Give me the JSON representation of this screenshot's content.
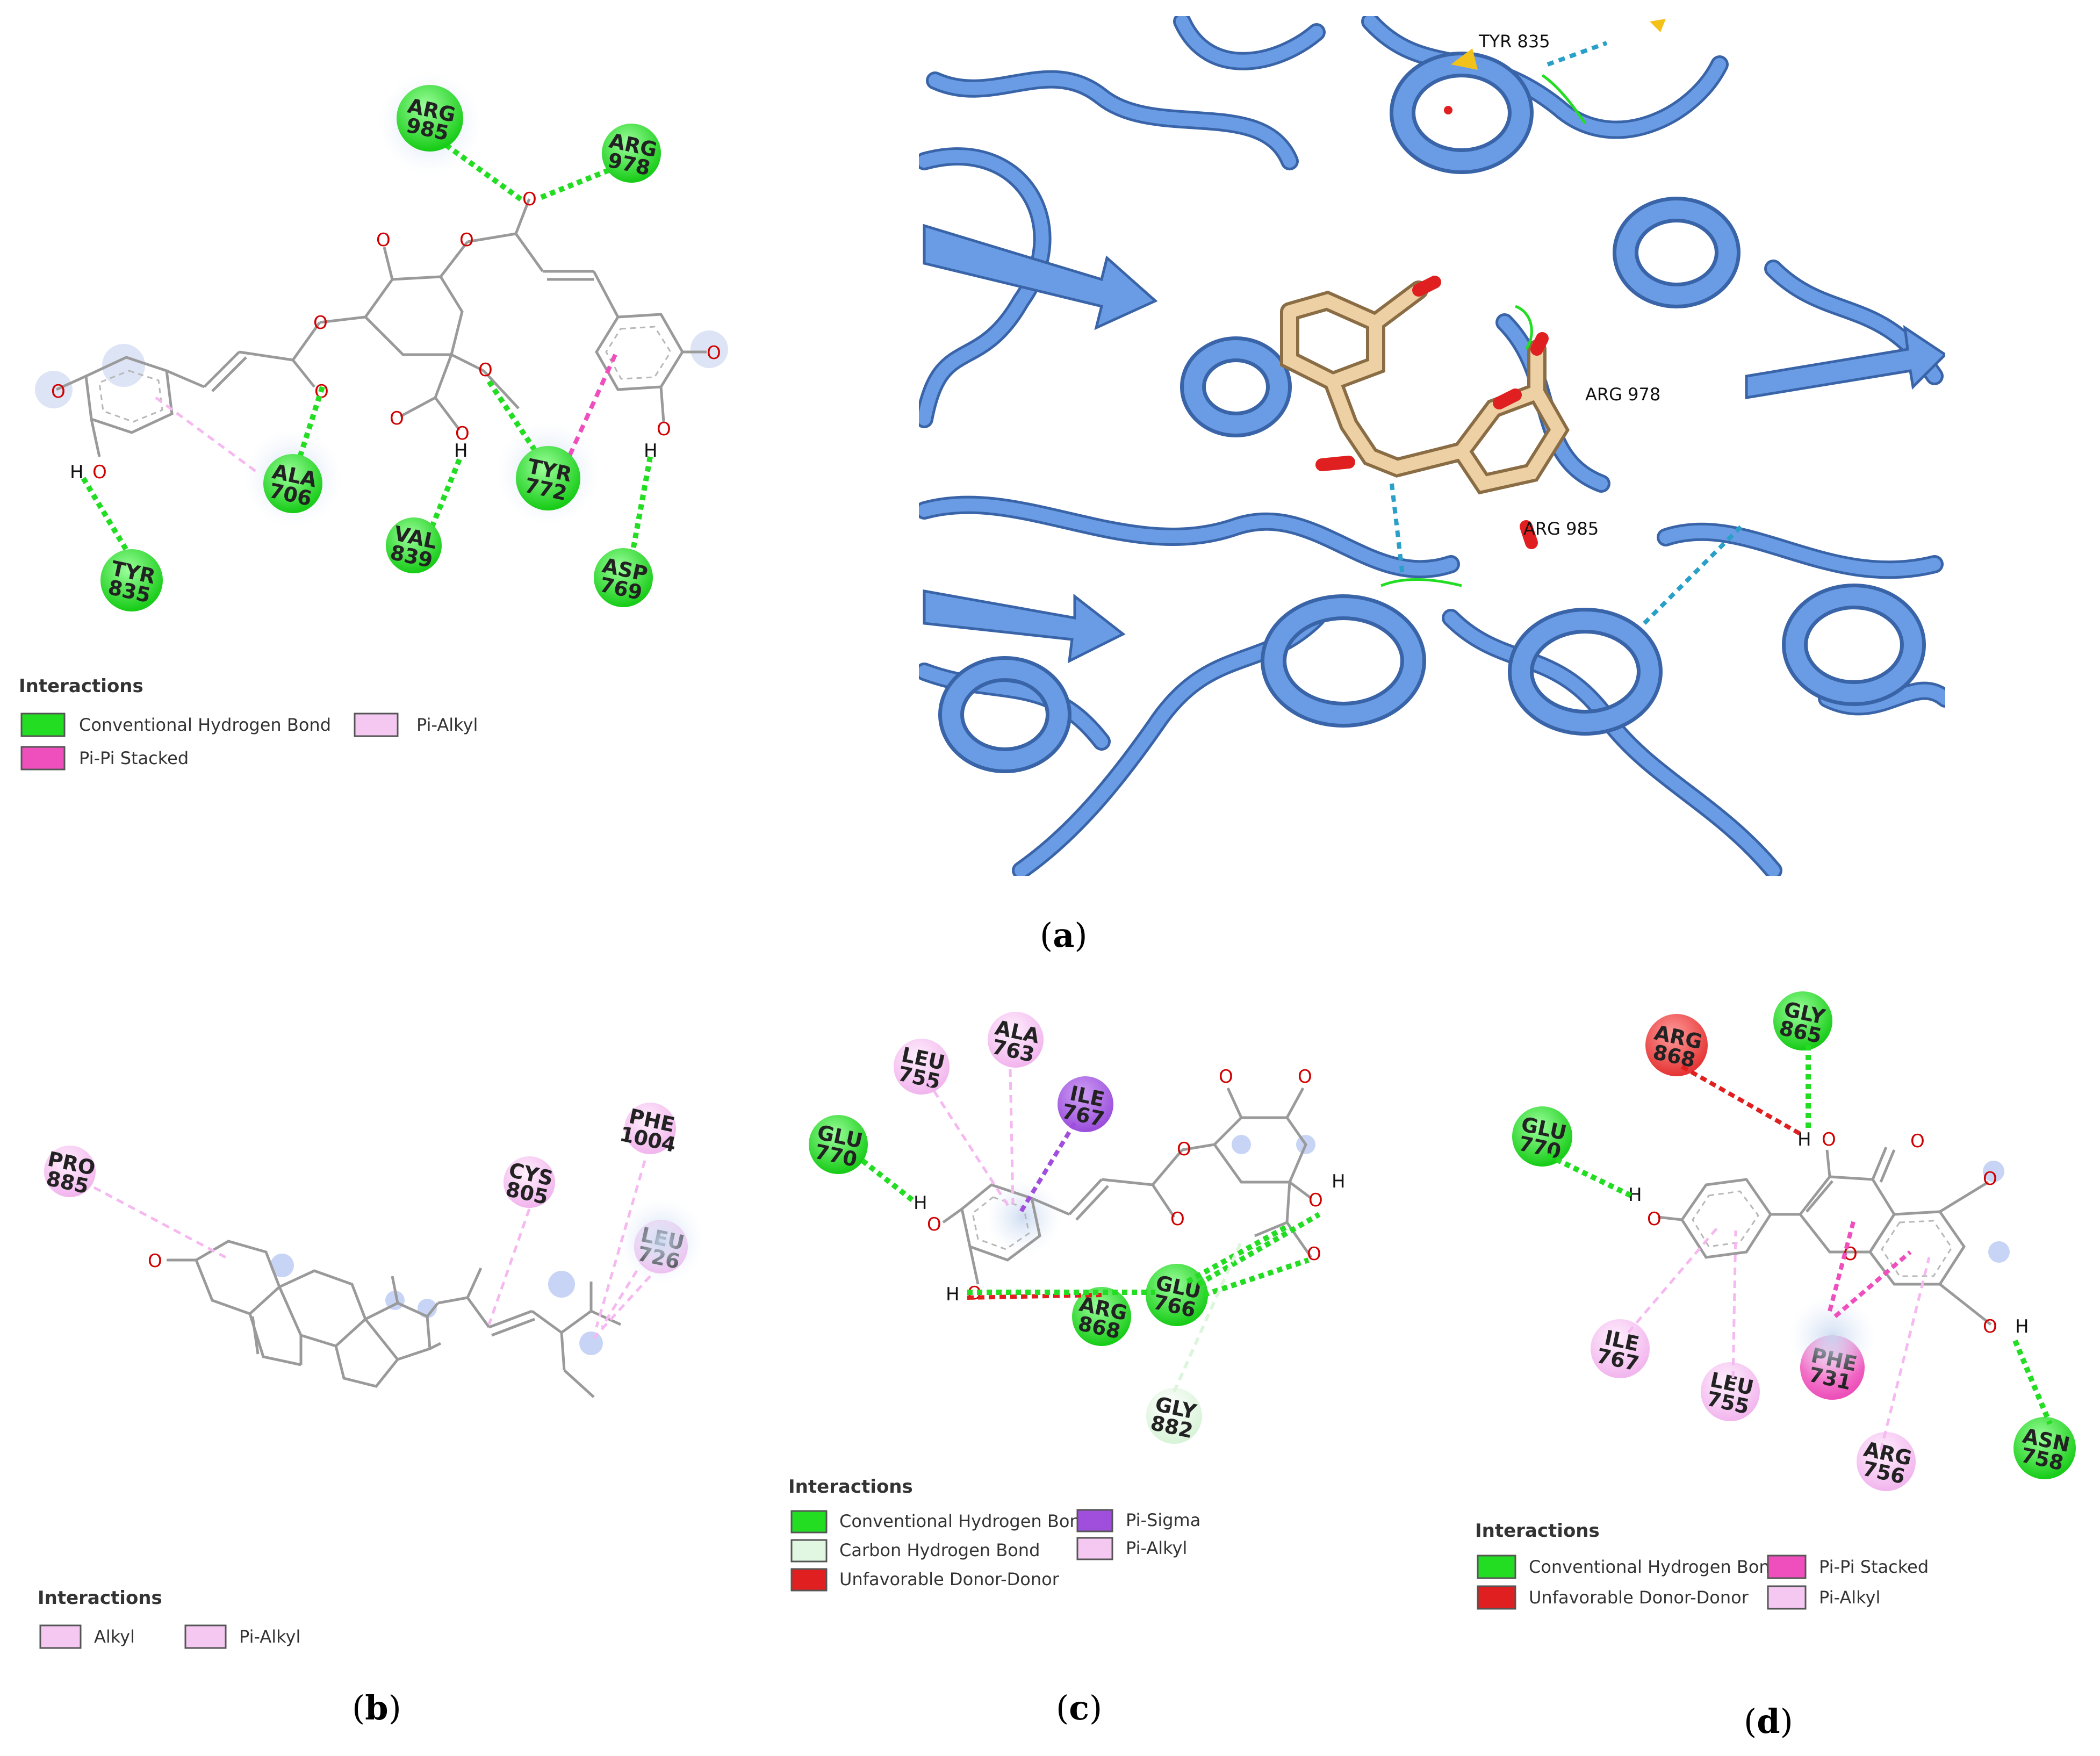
{
  "panels": [
    {
      "id": "a",
      "caption": "a",
      "residues": [
        {
          "name": "ARG",
          "num": "985",
          "type": "hbond"
        },
        {
          "name": "ARG",
          "num": "978",
          "type": "hbond"
        },
        {
          "name": "ALA",
          "num": "706",
          "type": "hbond"
        },
        {
          "name": "TYR",
          "num": "772",
          "type": "hbond"
        },
        {
          "name": "VAL",
          "num": "839",
          "type": "hbond"
        },
        {
          "name": "ASP",
          "num": "769",
          "type": "hbond"
        },
        {
          "name": "TYR",
          "num": "835",
          "type": "hbond"
        }
      ],
      "legend_title": "Interactions",
      "legend": [
        "Conventional Hydrogen Bond",
        "Pi-Alkyl",
        "Pi-Pi Stacked"
      ],
      "structure_labels": [
        "TYR 835",
        "ARG 978",
        "ARG 985"
      ]
    },
    {
      "id": "b",
      "caption": "b",
      "residues": [
        {
          "name": "PRO",
          "num": "885",
          "type": "alkyl"
        },
        {
          "name": "CYS",
          "num": "805",
          "type": "alkyl"
        },
        {
          "name": "PHE",
          "num": "1004",
          "type": "alkyl"
        },
        {
          "name": "LEU",
          "num": "726",
          "type": "alkyl"
        }
      ],
      "legend_title": "Interactions",
      "legend": [
        "Alkyl",
        "Pi-Alkyl"
      ]
    },
    {
      "id": "c",
      "caption": "c",
      "residues": [
        {
          "name": "LEU",
          "num": "755",
          "type": "alkyl"
        },
        {
          "name": "ALA",
          "num": "763",
          "type": "alkyl"
        },
        {
          "name": "ILE",
          "num": "767",
          "type": "sigma"
        },
        {
          "name": "GLU",
          "num": "770",
          "type": "hbond"
        },
        {
          "name": "ARG",
          "num": "868",
          "type": "hbond"
        },
        {
          "name": "GLU",
          "num": "766",
          "type": "hbond"
        },
        {
          "name": "GLY",
          "num": "882",
          "type": "carbon"
        }
      ],
      "legend_title": "Interactions",
      "legend": [
        "Conventional Hydrogen Bond",
        "Pi-Sigma",
        "Carbon Hydrogen Bond",
        "Pi-Alkyl",
        "Unfavorable Donor-Donor"
      ]
    },
    {
      "id": "d",
      "caption": "d",
      "residues": [
        {
          "name": "GLY",
          "num": "865",
          "type": "hbond"
        },
        {
          "name": "ARG",
          "num": "868",
          "type": "unfav"
        },
        {
          "name": "GLU",
          "num": "770",
          "type": "hbond"
        },
        {
          "name": "ILE",
          "num": "767",
          "type": "alkyl"
        },
        {
          "name": "LEU",
          "num": "755",
          "type": "alkyl"
        },
        {
          "name": "PHE",
          "num": "731",
          "type": "pipi"
        },
        {
          "name": "ARG",
          "num": "756",
          "type": "alkyl"
        },
        {
          "name": "ASN",
          "num": "758",
          "type": "hbond"
        }
      ],
      "legend_title": "Interactions",
      "legend": [
        "Conventional Hydrogen Bond",
        "Pi-Pi Stacked",
        "Unfavorable Donor-Donor",
        "Pi-Alkyl"
      ]
    }
  ],
  "atoms": {
    "oxygen": "O",
    "hydrogen": "H"
  },
  "colors": {
    "hbond": "#22dd22",
    "pialkyl": "#f5b8f0",
    "pipi": "#ee4fbd",
    "sigma": "#a04fdd",
    "carbon": "#dcf5dc",
    "unfav": "#e02020",
    "ribbon": "#5b8fd9",
    "ligand": "#e8c898"
  }
}
